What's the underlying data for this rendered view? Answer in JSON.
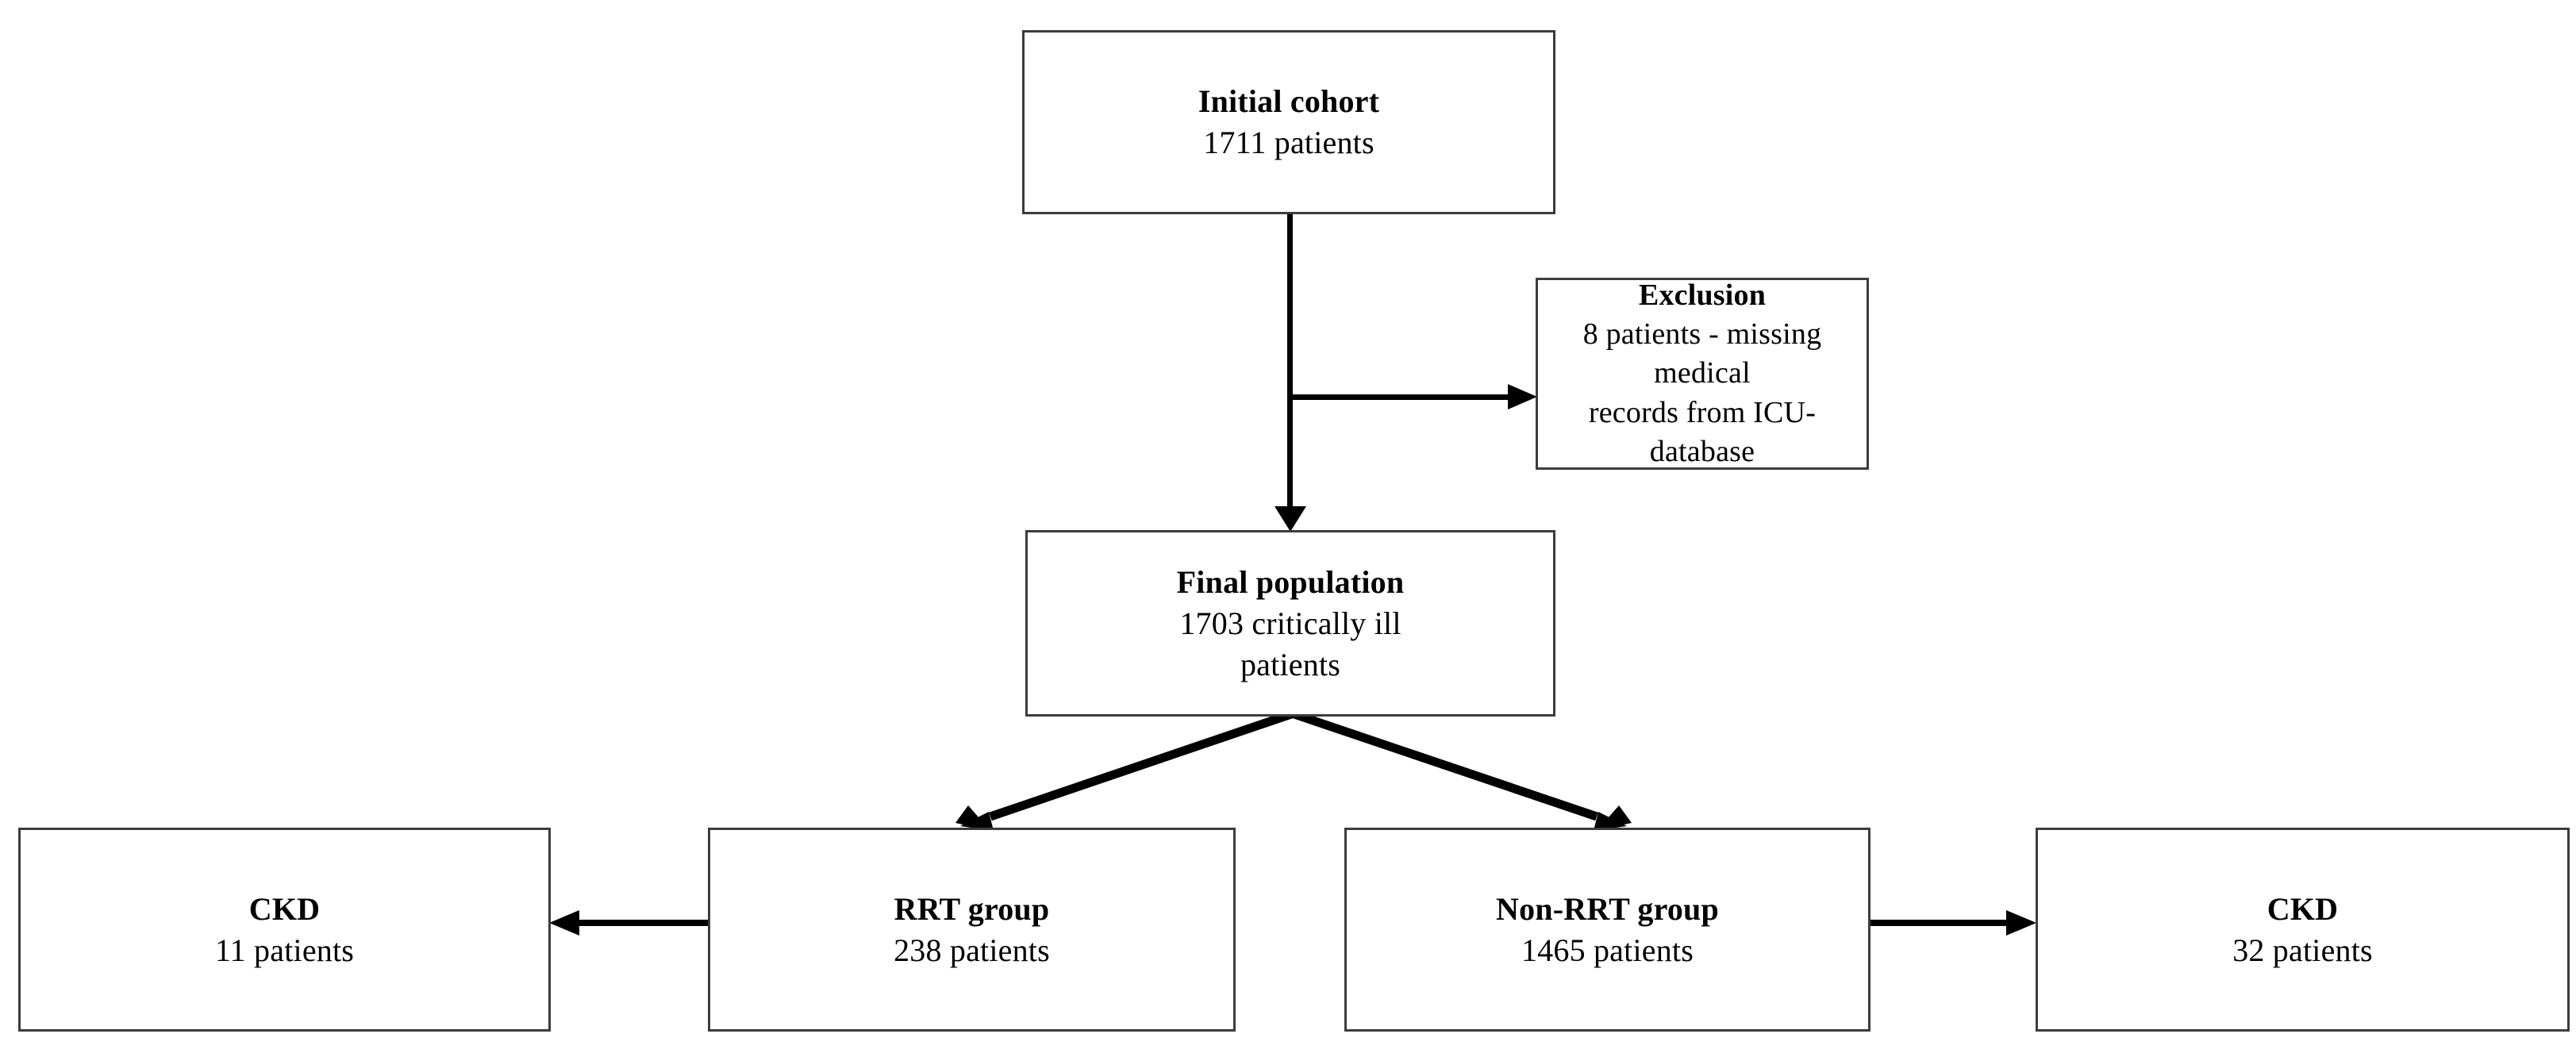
{
  "diagram": {
    "type": "flowchart",
    "title": "",
    "nodes": [
      {
        "id": "initial-cohort",
        "title": "Initial cohort",
        "lines": [
          "1711 patients"
        ]
      },
      {
        "id": "exclusion",
        "title": "Exclusion",
        "lines": [
          "8 patients - missing medical",
          "records from ICU-database"
        ]
      },
      {
        "id": "final-population",
        "title": "Final population",
        "lines": [
          "1703 critically ill",
          "patients"
        ]
      },
      {
        "id": "ckd-left",
        "title": "CKD",
        "lines": [
          "11 patients"
        ]
      },
      {
        "id": "rrt-group",
        "title": "RRT group",
        "lines": [
          "238 patients"
        ]
      },
      {
        "id": "non-rrt-group",
        "title": "Non-RRT group",
        "lines": [
          "1465 patients"
        ]
      },
      {
        "id": "ckd-right",
        "title": "CKD",
        "lines": [
          "32 patients"
        ]
      }
    ],
    "edges": [
      {
        "from": "initial-cohort",
        "to": "exclusion",
        "kind": "branch-right"
      },
      {
        "from": "initial-cohort",
        "to": "final-population",
        "kind": "down"
      },
      {
        "from": "final-population",
        "to": "rrt-group",
        "kind": "diagonal-left"
      },
      {
        "from": "final-population",
        "to": "non-rrt-group",
        "kind": "diagonal-right"
      },
      {
        "from": "rrt-group",
        "to": "ckd-left",
        "kind": "left"
      },
      {
        "from": "non-rrt-group",
        "to": "ckd-right",
        "kind": "right"
      }
    ],
    "colors": {
      "box_border": "#3c3c3c",
      "connector": "#000000",
      "text": "#000000",
      "background": "#ffffff"
    }
  },
  "nodes": {
    "initial": {
      "title": "Initial cohort",
      "l1": "1711 patients"
    },
    "exclusion": {
      "title": "Exclusion",
      "l1": "8 patients - missing medical",
      "l2": "records from ICU-database"
    },
    "final": {
      "title": "Final population",
      "l1": "1703 critically ill",
      "l2": "patients"
    },
    "ckd_left": {
      "title": "CKD",
      "l1": "11 patients"
    },
    "rrt": {
      "title": "RRT group",
      "l1": "238 patients"
    },
    "nonrrt": {
      "title": "Non-RRT group",
      "l1": "1465 patients"
    },
    "ckd_right": {
      "title": "CKD",
      "l1": "32 patients"
    }
  }
}
